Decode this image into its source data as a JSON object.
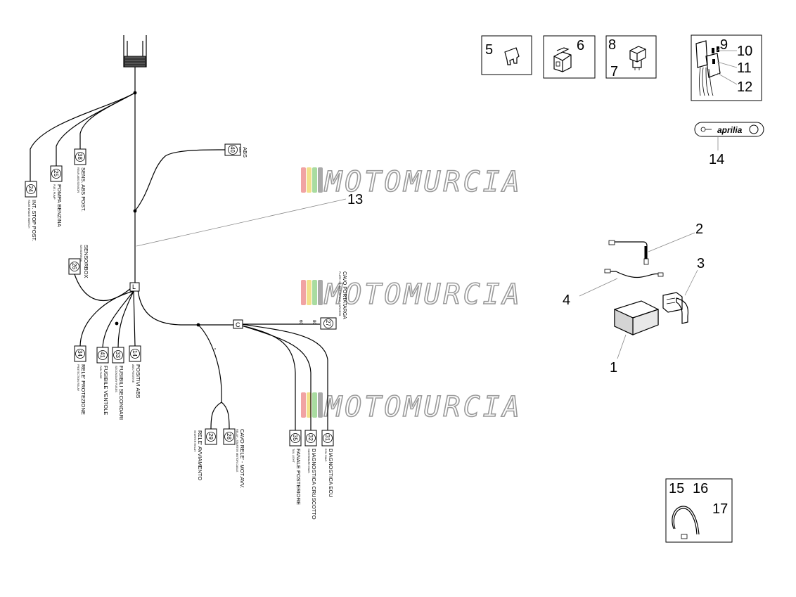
{
  "watermark": {
    "text": "MOTOMURCIA",
    "stripe_colors": [
      "#f1a3a3",
      "#f2e08a",
      "#a9dca0",
      "#a9a9a9"
    ]
  },
  "callouts": {
    "c1": "1",
    "c2": "2",
    "c3": "3",
    "c4": "4",
    "c5": "5",
    "c6": "6",
    "c7": "7",
    "c8": "8",
    "c9": "9",
    "c10": "10",
    "c11": "11",
    "c12": "12",
    "c13": "13",
    "c14": "14",
    "c15": "15",
    "c16": "16",
    "c17": "17"
  },
  "brand_label": "aprilia",
  "connectors": {
    "n24": "24",
    "n25": "25",
    "n38": "38",
    "n40": "40",
    "n26": "26",
    "n27": "27",
    "n34": "34",
    "n41": "41",
    "n33": "33",
    "n14": "14",
    "n29": "29",
    "n28": "28",
    "n35": "35",
    "n32": "32",
    "n31": "31"
  },
  "junctions": {
    "j1": "L",
    "j2": "C"
  },
  "small_marks": {
    "m1": "60",
    "m2": "80"
  },
  "labels": {
    "l24": "INT. STOP POST.",
    "l24_sub": "REAR BRAKE SWITCH",
    "l25": "POMPA BENZINA",
    "l25_sub": "FUEL PUMP",
    "l38": "SENS. ABS POST.",
    "l38_sub": "REAR ABS SENSOR",
    "l40": "ABS",
    "l40_sub": "ABS",
    "l26": "SENSORBOX",
    "l26_sub": "SENSORBOX",
    "l27": "CAVO PORTATARGA",
    "l27_sub": "PLATE HOLDER WIRING HARNESS",
    "l34": "RELE' PROTEZIONE",
    "l34_sub": "PROTECTION RELAY",
    "l41": "FUSIBILE VENTOLE",
    "l41_sub": "FAN FUSE",
    "l33": "FUSIBILI SECONDARI",
    "l33_sub": "SECONDARY FUSES",
    "l14": "POSITIVI ABS",
    "l14_sub": "ABS POSITIVE",
    "l29": "RELE' AVVIAMENTO",
    "l29_sub": "STARTER RELAY",
    "l28": "CAVO RELE' - MOT.AVV.",
    "l28_sub": "RELAY - STARTER MOTOR CABLE",
    "l35": "FANALE POSTERIORE",
    "l35_sub": "TAIL LIGHT",
    "l32": "DIAGNOSTICA CRUSCOTTO",
    "l32_sub": "DASHBOARD DIAG.",
    "l31": "DIAGNOSTICA ECU",
    "l31_sub": "ECU DIAG."
  }
}
